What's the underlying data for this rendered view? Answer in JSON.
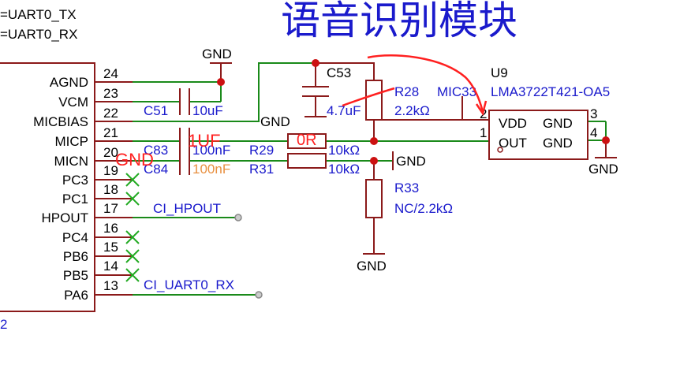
{
  "title": "语音识别模块",
  "header_labels": {
    "uart_tx": "=UART0_TX",
    "uart_rx": "=UART0_RX"
  },
  "ic_left": {
    "suffix": "2",
    "pins": [
      {
        "name": "AGND",
        "num": "24"
      },
      {
        "name": "VCM",
        "num": "23"
      },
      {
        "name": "MICBIAS",
        "num": "22"
      },
      {
        "name": "MICP",
        "num": "21"
      },
      {
        "name": "MICN",
        "num": "20"
      },
      {
        "name": "PC3",
        "num": "19"
      },
      {
        "name": "PC1",
        "num": "18"
      },
      {
        "name": "HPOUT",
        "num": "17"
      },
      {
        "name": "PC4",
        "num": "16"
      },
      {
        "name": "PB6",
        "num": "15"
      },
      {
        "name": "PB5",
        "num": "14"
      },
      {
        "name": "PA6",
        "num": "13"
      }
    ]
  },
  "nets": {
    "hpout": "CI_HPOUT",
    "uart_rx": "CI_UART0_RX"
  },
  "components": {
    "c51": {
      "ref": "C51",
      "value": "10uF"
    },
    "c53": {
      "ref": "C53",
      "value": "4.7uF"
    },
    "c83": {
      "ref": "C83",
      "value": "100nF"
    },
    "c84": {
      "ref": "C84",
      "value": "100nF"
    },
    "r28": {
      "ref": "R28",
      "value": "2.2kΩ"
    },
    "r29": {
      "ref": "R29",
      "value": "10kΩ"
    },
    "r31": {
      "ref": "R31",
      "value": "10kΩ"
    },
    "r33": {
      "ref": "R33",
      "value": "NC/2.2kΩ"
    },
    "u9": {
      "ref": "U9",
      "part": "LMA3722T421-OA5",
      "pin_vdd": "VDD",
      "pin_out": "OUT",
      "pin_gnd1": "GND",
      "pin_gnd2": "GND",
      "n1": "1",
      "n2": "2",
      "n3": "3",
      "n4": "4"
    }
  },
  "gnd_label": "GND",
  "mic_label": "MIC33",
  "annotations": {
    "gnd": "GND",
    "one_uf": "1UF",
    "zero_r": "0R"
  },
  "colors": {
    "body": "#8b1a1a",
    "wire": "#1a8a1a",
    "text_blue": "#1a1acc",
    "text_black": "#000000",
    "red_annotation": "#ff2020",
    "orange_value": "#e89040",
    "noconnect": "#22aa22",
    "netflag": "#888888"
  }
}
